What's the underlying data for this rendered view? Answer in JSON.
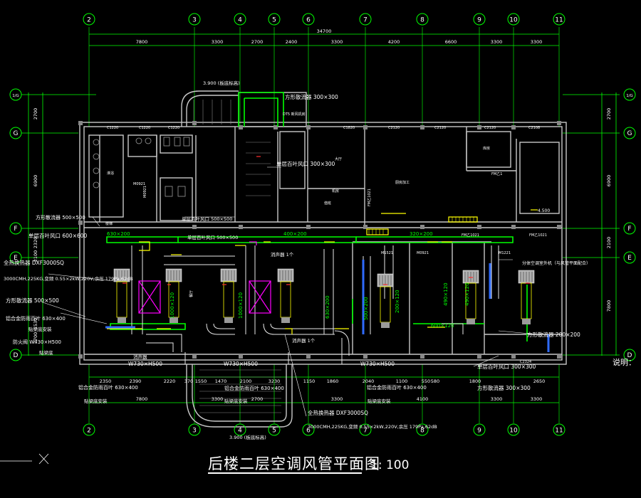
{
  "drawing": {
    "title": "后楼二层空调风管平面图",
    "scale": "1: 100",
    "note": "说明：",
    "total_dimension": "34700",
    "top_dimensions": [
      "7800",
      "3300",
      "2700",
      "2400",
      "3300",
      "4200",
      "6600",
      "3300",
      "3300"
    ],
    "bottom_dimensions": [
      "2350",
      "2390",
      "2220",
      "370",
      "1550",
      "1470",
      "2100",
      "3230",
      "1150",
      "1860",
      "2040",
      "1100",
      "550",
      "580",
      "1800",
      "2650"
    ],
    "bottom_dimensions_2": [
      "7800",
      "3300",
      "2700",
      "3300",
      "4100",
      "3300",
      "3300"
    ],
    "left_dimensions": [
      "2700",
      "6900",
      "2320",
      "2100",
      "1530",
      "2700"
    ],
    "right_dimensions": [
      "2700",
      "6900",
      "2100",
      "7800"
    ]
  },
  "axes": {
    "columns": [
      "2",
      "3",
      "4",
      "5",
      "6",
      "7",
      "8",
      "9",
      "10",
      "11"
    ],
    "rows_left": [
      "1/G",
      "G",
      "F",
      "E",
      "D"
    ],
    "rows_right": [
      "1/G",
      "G",
      "F",
      "E",
      "D"
    ]
  },
  "rooms": {
    "c1220a": "C1220",
    "c1220b": "C1220",
    "c1220c": "C1220",
    "c1820": "C1820",
    "c2120a": "C2120",
    "c2120b": "C2120",
    "c2120c": "C2120",
    "c2108": "C2108",
    "c2324": "C2324",
    "m0921a": "M0921",
    "m0921b": "M0921",
    "m0921c": "M0921",
    "m1521": "M1521",
    "m1221": "M1221",
    "fm1": "FM乙1",
    "fm2": "FM乙1021",
    "fm3": "FM乙1021",
    "fm4": "FM乙1021",
    "dt": "DT5 新风机房",
    "lobby": "大厅",
    "office": "值班",
    "mech": "机房",
    "store": "库房",
    "shower": "淋浴",
    "main_hall": "厨房加工",
    "hall_label": "餐厅",
    "stairs": "楼梯"
  },
  "annotations": {
    "fan_left": "方形散流器 500×500",
    "grille_left": "单层百叶风口 600×600",
    "unit_left": "全热换热器 DXF3000SQ",
    "spec_left": "3000CMH,225KG,变频 0.55×2kW,220V,余压 179Pa,62dB",
    "diffuser_left": "方形散流器 500×500",
    "return_left": "铝合金防雨百叶 630×400",
    "return_left_b": "防火阀 W730×H500",
    "mount_left": "贴梁底安装",
    "mount_left2": "贴梁底",
    "muffler1": "消声器",
    "duct_spec1": "W730×H500",
    "duct_spec2": "W730×H500",
    "duct_spec3": "W730×H500",
    "grille_bottom1": "铝合金防雨百叶 630×400",
    "grille_bottom2": "铝合金防雨百叶 630×400",
    "grille_bottom3": "铝合金防雨百叶 630×400",
    "mount_bottom1": "贴梁底安装",
    "mount_bottom2": "贴梁底安装",
    "mount_bottom3": "贴梁底安装",
    "unit_bottom": "全热换热器 DXF3000SQ",
    "spec_bottom": "3000CMH,225KG,变频 0.55×2kW,220V,余压 179Pa,62dB",
    "top_fan": "方形散流器 300×300",
    "top_grille": "单层百叶风口 300×300",
    "mid_grille": "单层百叶风口 500×500",
    "mid_grille2": "单层百叶风口 500×500",
    "right_grille": "单层百叶风口 300×300",
    "right_fan": "方形散流器 200×200",
    "right_vav": "方形散流器 300×300",
    "right_note": "分体空调室外机（与风管平面配合）",
    "elev_top": "3.900 (板底标高)",
    "elev_bottom": "3.900 (板底标高)",
    "elev_right": "4.500",
    "count1": "消声器 1个",
    "count2": "消声器 1个",
    "duct_630x200": "630×200",
    "duct_320x200": "320×200",
    "duct_600x120": "600×120",
    "duct_1000x120": "1000×120",
    "duct_500x200": "500×200",
    "duct_400x200": "400×200",
    "duct_200x120": "200×120",
    "duct_490x120": "490×120"
  }
}
